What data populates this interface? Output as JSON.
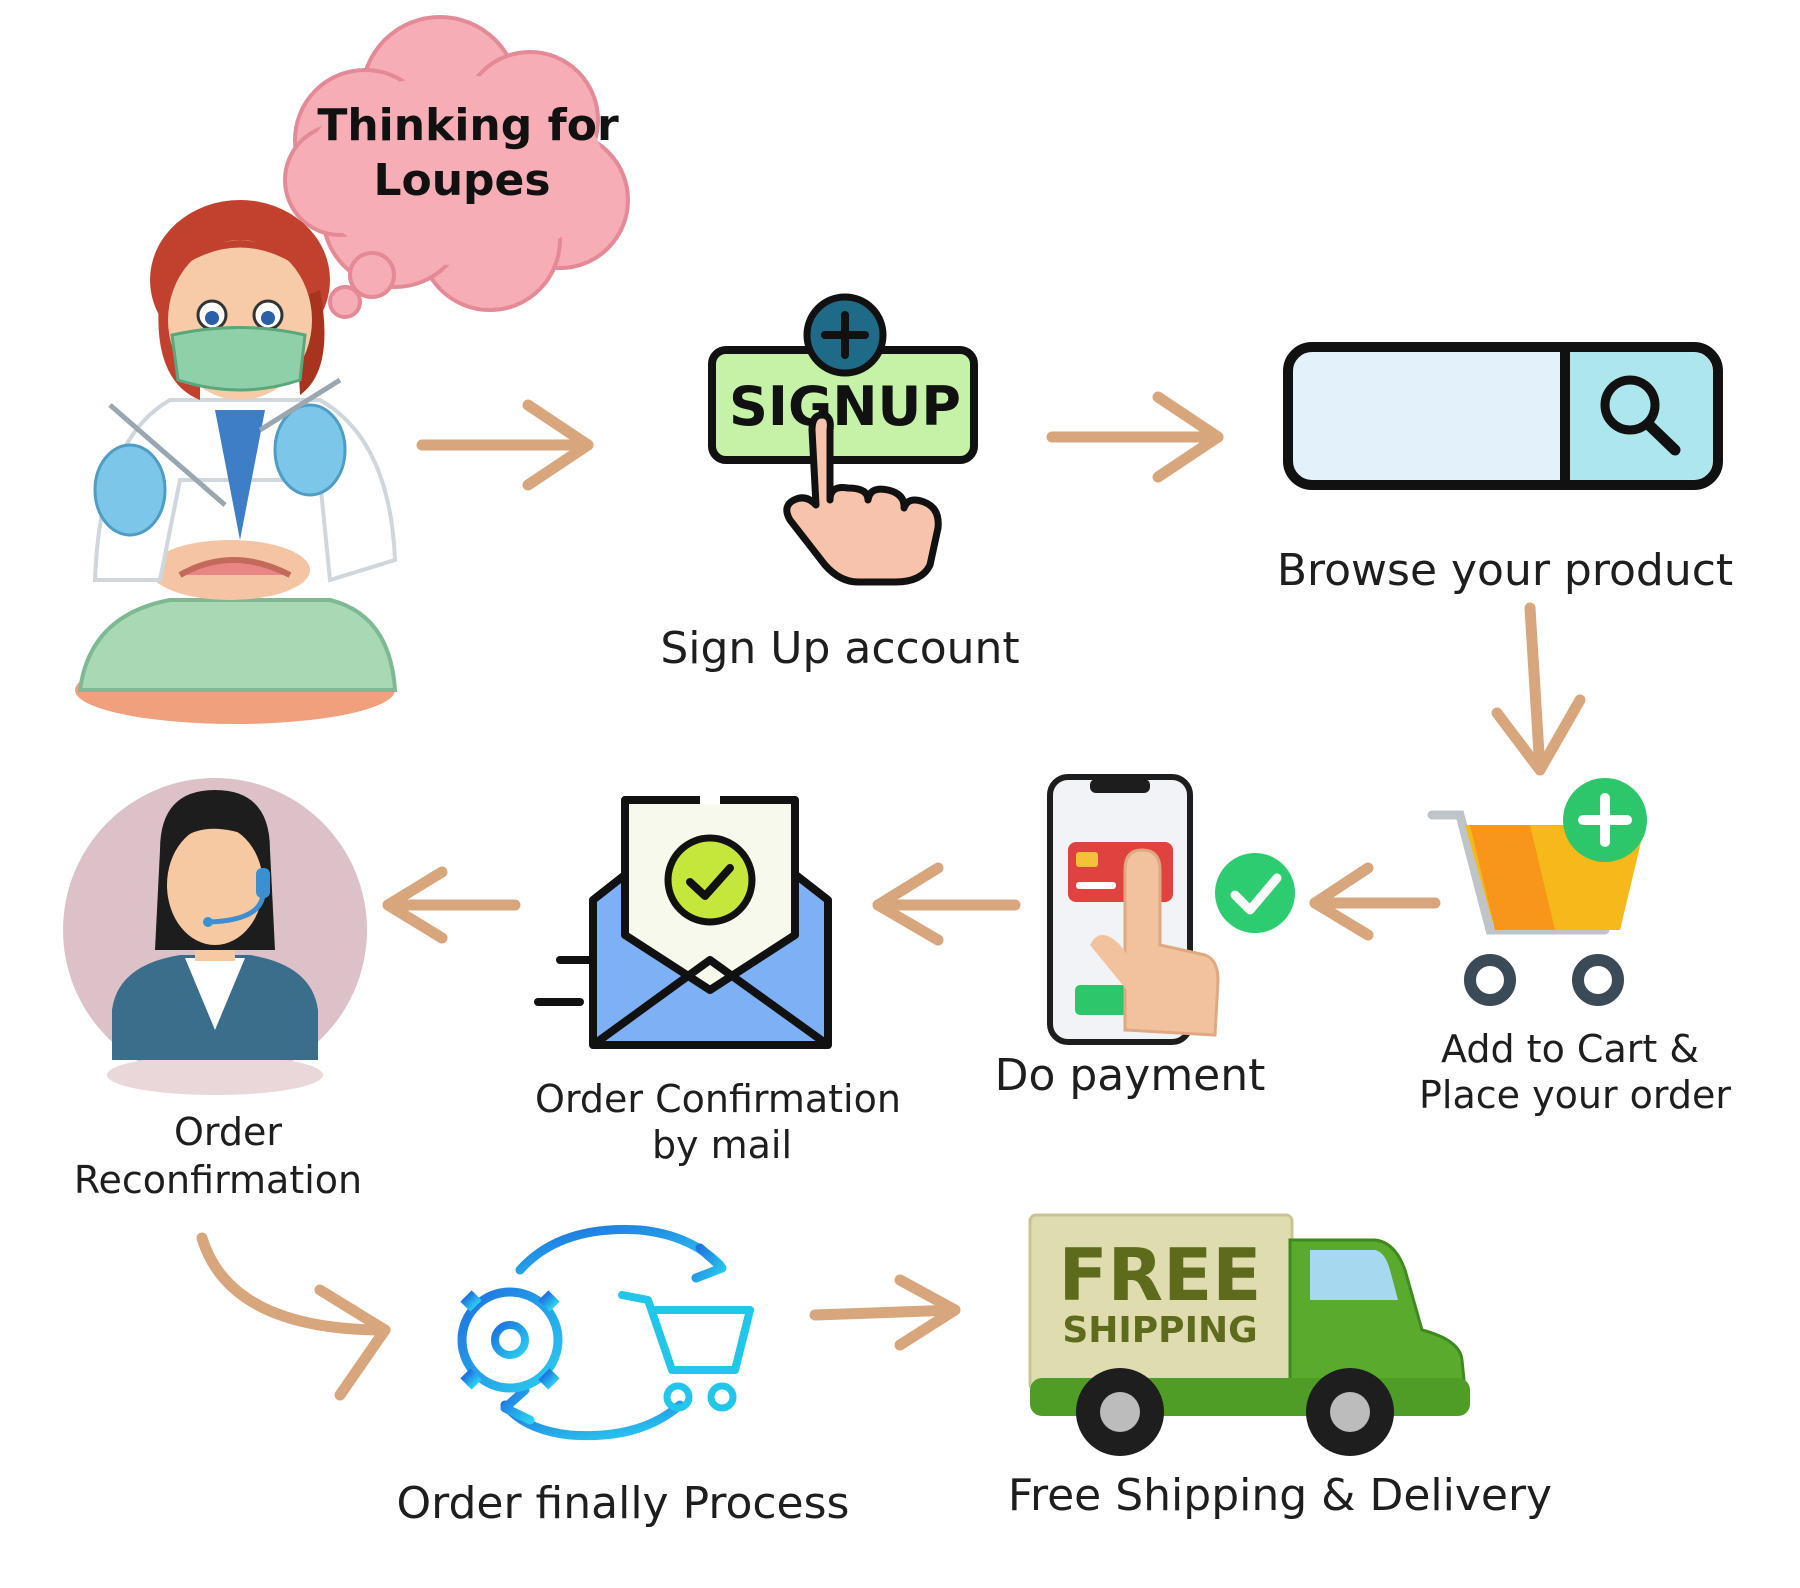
{
  "thought_bubble": {
    "line1": "Thinking for",
    "line2": "Loupes"
  },
  "signup_badge": {
    "text": "SIGNUP"
  },
  "truck_sign": {
    "free": "FREE",
    "shipping": "SHIPPING"
  },
  "steps": {
    "signup": {
      "label": "Sign Up account",
      "icon": "signup-icon"
    },
    "browse": {
      "label": "Browse your product",
      "icon": "search-bar-icon"
    },
    "cart": {
      "line1": "Add to Cart &",
      "line2": "Place your order",
      "icon": "cart-add-icon"
    },
    "payment": {
      "label": "Do payment",
      "icon": "phone-payment-icon"
    },
    "mail": {
      "line1": "Order Confirmation",
      "line2": "by mail",
      "icon": "mail-check-icon"
    },
    "reconfirm": {
      "line1": "Order",
      "line2": "Reconfirmation",
      "icon": "support-agent-icon"
    },
    "process": {
      "label": "Order finally Process",
      "icon": "process-cycle-icon"
    },
    "shipping": {
      "label": "Free Shipping & Delivery",
      "icon": "delivery-truck-icon"
    }
  },
  "colors": {
    "arrow": "#d8a67c",
    "text": "#1e1e1e",
    "bubble": "#f6adb5"
  }
}
